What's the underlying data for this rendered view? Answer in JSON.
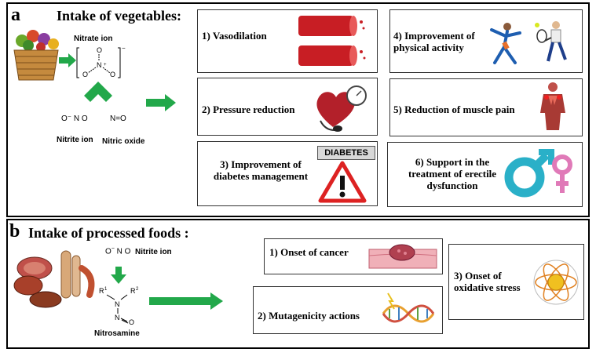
{
  "panel_a": {
    "letter": "a",
    "title": "Intake of vegetables:",
    "nitrate_label": "Nitrate ion",
    "nitrite_label": "Nitrite ion",
    "nitric_oxide_label": "Nitric oxide",
    "nitrite_formula": "O⁻  N  O",
    "nitric_oxide_formula": "N=O",
    "effects": [
      {
        "label": "1) Vasodilation"
      },
      {
        "label": "2) Pressure reduction"
      },
      {
        "label": "3) Improvement of diabetes  management",
        "sign": "DIABETES"
      },
      {
        "label": "4) Improvement  of physical activity"
      },
      {
        "label": "5) Reduction of muscle pain"
      },
      {
        "label": "6) Support in the treatment of erectile dysfunction"
      }
    ]
  },
  "panel_b": {
    "letter": "b",
    "title": "Intake of processed foods :",
    "nitrite_label": "Nitrite ion",
    "nitrosamine_label": "Nitrosamine",
    "effects": [
      {
        "label": "1) Onset of cancer"
      },
      {
        "label": "2) Mutagenicity actions"
      },
      {
        "label": "3) Onset of oxidative stress"
      }
    ]
  },
  "colors": {
    "arrow_green": "#22a84a",
    "vessel_red": "#c81e24",
    "heart_red": "#b3202a"
  }
}
